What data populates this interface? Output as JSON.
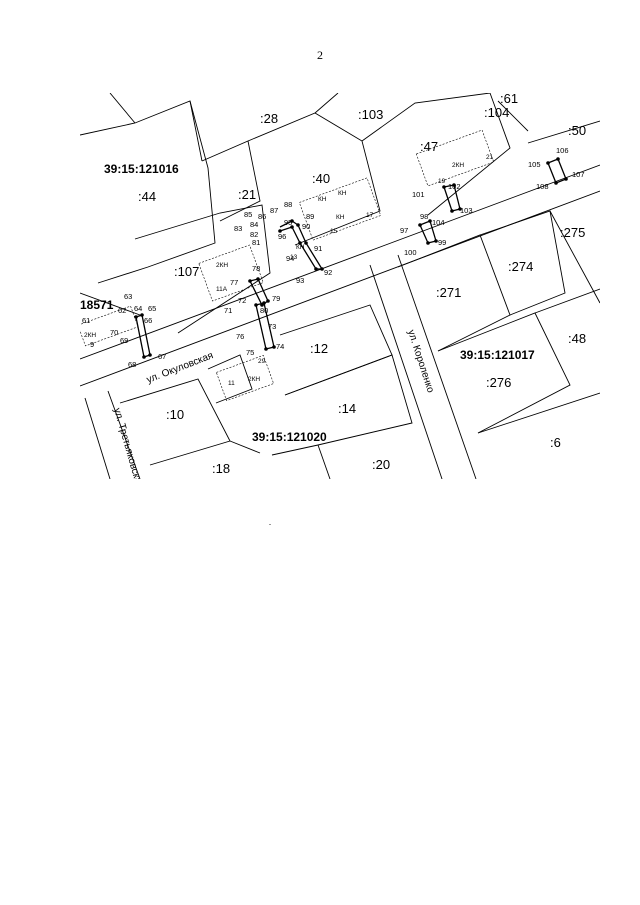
{
  "page_number": "2",
  "blocks": {
    "nw": "39:15:121016",
    "se": "39:15:121017",
    "s": "39:15:121020",
    "w_partial": "18571"
  },
  "parcels": {
    "p28": ":28",
    "p103": ":103",
    "p104": ":104",
    "p61": ":61",
    "p50": ":50",
    "p44": ":44",
    "p21": ":21",
    "p40": ":40",
    "p47": ":47",
    "p275": ":275",
    "p107": ":107",
    "p274": ":274",
    "p271": ":271",
    "p48": ":48",
    "p276": ":276",
    "p12": ":12",
    "p10": ":10",
    "p14": ":14",
    "p6": ":6",
    "p18": ":18",
    "p20": ":20",
    "p9": "9"
  },
  "streets": {
    "okulovskaya": "ул. Окуловская",
    "korolenko": "ул. Короленко",
    "tretyakovskaya": "ул. Третьяковская"
  },
  "buildings": {
    "b_2kn_47": "2КН",
    "b_21": "21",
    "b_19": "19",
    "b_kn_a": "КН",
    "b_kn_b": "КН",
    "b_kn_c": "КН",
    "b_17": "17",
    "b_15": "15",
    "b_kn_d": "КН",
    "b_13": "13",
    "b_2kn_107": "2КН",
    "b_11a": "11А",
    "b_2kn_12": "2КН",
    "b_11": "11",
    "b_29": "29",
    "b_2kn_w": "2КН"
  },
  "points": {
    "n61": "61",
    "n62": "62",
    "n63": "63",
    "n64": "64",
    "n65": "65",
    "n66": "66",
    "n67": "67",
    "n68": "68",
    "n69": "69",
    "n70": "70",
    "n71": "71",
    "n72": "72",
    "n73": "73",
    "n74": "74",
    "n75": "75",
    "n76": "76",
    "n77": "77",
    "n78": "78",
    "n79": "79",
    "n80": "80",
    "n81": "81",
    "n82": "82",
    "n83": "83",
    "n84": "84",
    "n85": "85",
    "n86": "86",
    "n87": "87",
    "n88": "88",
    "n89": "89",
    "n90": "90",
    "n91": "91",
    "n92": "92",
    "n93": "93",
    "n94": "94",
    "n95": "95",
    "n96": "96",
    "n97": "97",
    "n98": "98",
    "n99": "99",
    "n100": "100",
    "n101": "101",
    "n102": "102",
    "n103": "103",
    "n104": "104",
    "n105": "105",
    "n106": "106",
    "n107": "107",
    "n108": "108"
  }
}
